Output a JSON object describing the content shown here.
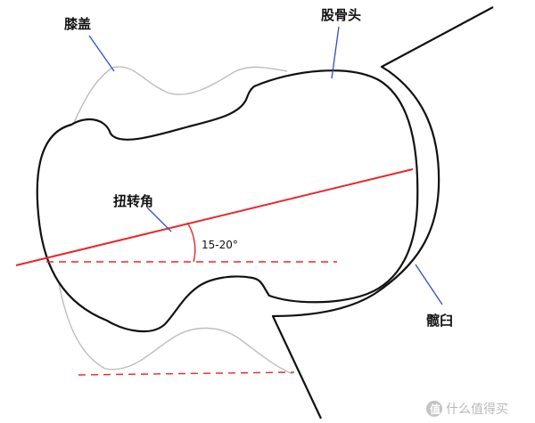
{
  "labels": {
    "patella": "膝盖",
    "femoral_head": "股骨头",
    "torsion_angle": "扭转角",
    "angle_value": "15-20°",
    "acetabulum": "髋臼"
  },
  "watermark": {
    "icon": "zhide-logo-icon",
    "text": "什么值得买"
  },
  "colors": {
    "outline": "#111111",
    "ghost_outline": "#bdbdbd",
    "axis_red": "#e8262b",
    "leader_blue": "#2f4fc4"
  }
}
